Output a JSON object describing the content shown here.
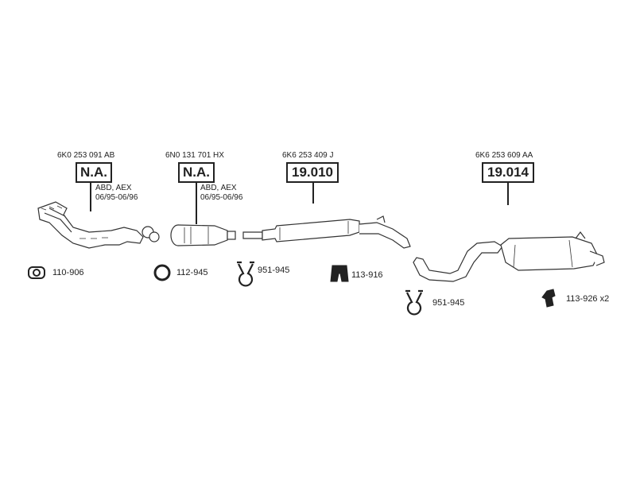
{
  "parts": [
    {
      "part_number": "6K0 253 091 AB",
      "code": "N.A.",
      "applicability": [
        "ABD, AEX",
        "06/95-06/96"
      ]
    },
    {
      "part_number": "6N0 131 701 HX",
      "code": "N.A.",
      "applicability": [
        "ABD, AEX",
        "06/95-06/96"
      ]
    },
    {
      "part_number": "6K6 253 409 J",
      "code": "19.010"
    },
    {
      "part_number": "6K6 253 609 AA",
      "code": "19.014"
    }
  ],
  "components": [
    {
      "code": "110-906",
      "icon": "gasket-icon"
    },
    {
      "code": "112-945",
      "icon": "ring-gasket-icon"
    },
    {
      "code": "951-945",
      "icon": "clamp-icon"
    },
    {
      "code": "113-916",
      "icon": "rubber-mount-icon"
    },
    {
      "code": "951-945",
      "icon": "clamp-icon"
    },
    {
      "code": "113-926 x2",
      "icon": "hanger-icon"
    }
  ]
}
